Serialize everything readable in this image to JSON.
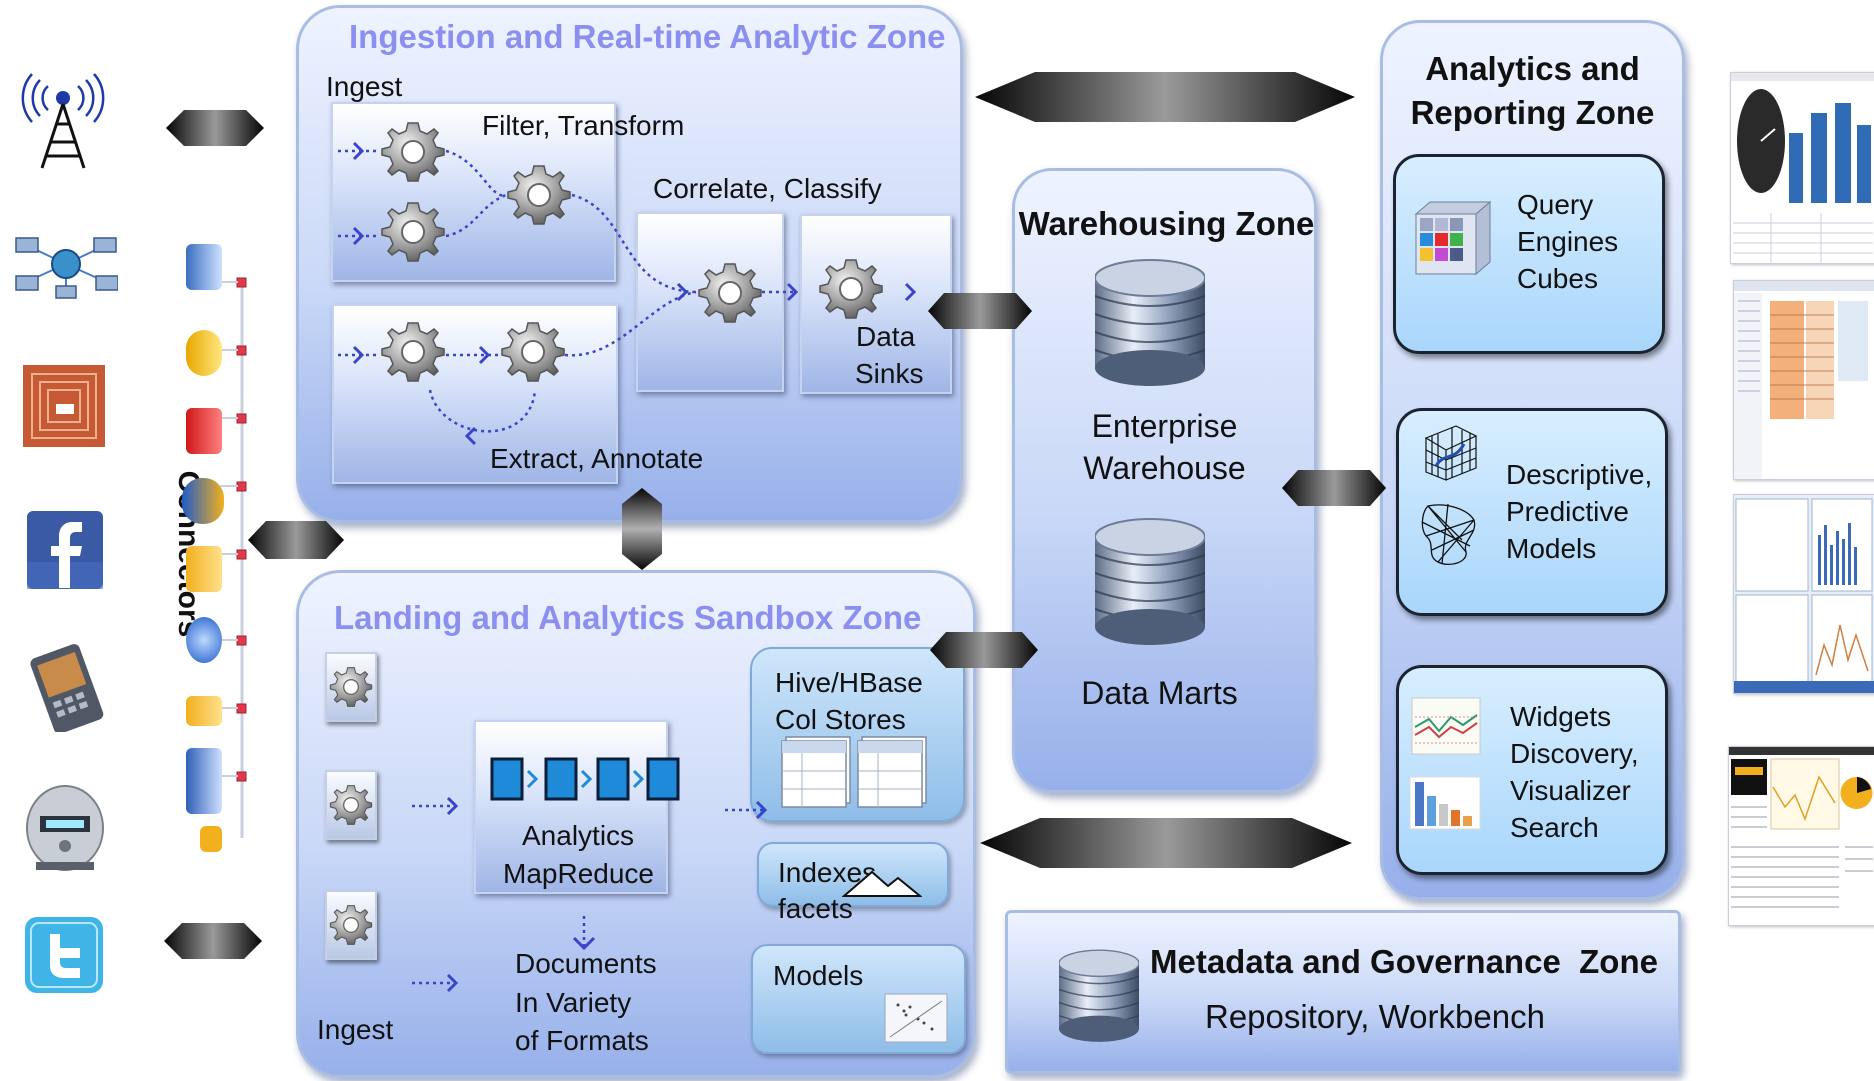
{
  "zones": {
    "ingestion": {
      "title": "Ingestion and Real-time Analytic Zone",
      "ingest": "Ingest",
      "filter": "Filter, Transform",
      "correlate": "Correlate, Classify",
      "extract": "Extract, Annotate",
      "sinks_line1": "Data",
      "sinks_line2": "Sinks"
    },
    "landing": {
      "title": "Landing and Analytics Sandbox Zone",
      "analytics_line1": "Analytics",
      "analytics_line2": "MapReduce",
      "hive_line1": "Hive/HBase",
      "hive_line2": "Col Stores",
      "indexes_line1": "Indexes",
      "indexes_line2": "facets",
      "models": "Models",
      "documents_line1": "Documents",
      "documents_line2": "In Variety",
      "documents_line3": "of Formats",
      "ingest": "Ingest"
    },
    "warehousing": {
      "title": "Warehousing Zone",
      "enterprise_line1": "Enterprise",
      "enterprise_line2": "Warehouse",
      "marts": "Data Marts"
    },
    "analytics": {
      "title_line1": "Analytics and",
      "title_line2": "Reporting Zone",
      "query_line1": "Query",
      "query_line2": "Engines",
      "query_line3": "Cubes",
      "desc_line1": "Descriptive,",
      "desc_line2": "Predictive",
      "desc_line3": "Models",
      "widgets_line1": "Widgets",
      "widgets_line2": "Discovery,",
      "widgets_line3": "Visualizer",
      "widgets_line4": "Search"
    },
    "metadata": {
      "title": "Metadata and Governance  Zone",
      "subtitle": "Repository, Workbench"
    }
  },
  "connectors_label": "Connectors",
  "source_icons": [
    "antenna-icon",
    "network-icon",
    "rfid-chip-icon",
    "facebook-icon",
    "smartphone-icon",
    "smart-meter-icon",
    "twitter-icon"
  ],
  "colors": {
    "zone_title": "#8a8ff0",
    "flow_arrow": "#3a44c8",
    "card_fill": "#a9d6fb",
    "mapreduce_block": "#1f8ad8"
  }
}
